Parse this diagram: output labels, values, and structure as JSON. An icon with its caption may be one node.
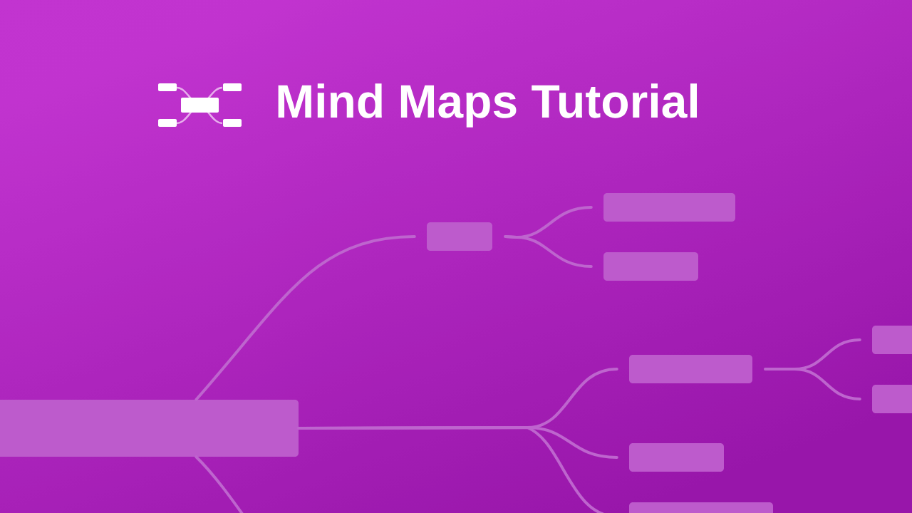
{
  "diagram": {
    "title": "Mind Maps Tutorial",
    "nodes": [
      {
        "text": [],
        "shape": "box"
      },
      {
        "text": [],
        "shape": "box"
      },
      {
        "text": [],
        "shape": "box"
      },
      {
        "text": [],
        "shape": "box"
      },
      {
        "text": [],
        "shape": "box"
      },
      {
        "text": [],
        "shape": "box"
      },
      {
        "text": [],
        "shape": "box"
      },
      {
        "text": [],
        "shape": "box"
      },
      {
        "text": [],
        "shape": "box"
      }
    ],
    "edges": [
      {
        "from": 0,
        "to": 1,
        "arrow": "none"
      },
      {
        "from": 1,
        "to": 2,
        "arrow": "none"
      },
      {
        "from": 1,
        "to": 3,
        "arrow": "none"
      },
      {
        "from": 0,
        "to": 4,
        "arrow": "none"
      },
      {
        "from": 4,
        "to": 5,
        "arrow": "none"
      },
      {
        "from": 4,
        "to": 6,
        "arrow": "none"
      },
      {
        "from": 0,
        "to": 7,
        "arrow": "none"
      },
      {
        "from": 0,
        "to": 8,
        "arrow": "none"
      },
      {
        "from": 0,
        "to": null,
        "arrow": "none"
      }
    ]
  }
}
